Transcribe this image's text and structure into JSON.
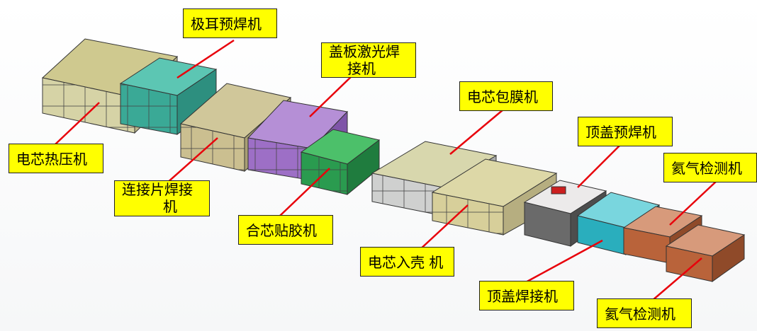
{
  "labels": {
    "hot_press": "电芯热压机",
    "tab_prewelder": "极耳预焊机",
    "connector_welder_l1": "连接片焊接",
    "connector_welder_l2": "机",
    "cover_laser_welder_l1": "盖板激光焊",
    "cover_laser_welder_l2": "接机",
    "core_taping": "合芯贴胶机",
    "cell_wrapping": "电芯包膜机",
    "cell_casing": "电芯入壳 机",
    "top_cover_prewelder": "顶盖预焊机",
    "top_cover_welder": "顶盖焊接机",
    "helium_tester_top": "氦气检测机",
    "helium_tester_bottom": "氦气检测机"
  },
  "colors": {
    "label_bg": "#ffff00",
    "leader_line": "#e8000b",
    "khaki": "#c9c48c",
    "teal": "#3fb5a5",
    "violet": "#a978c9",
    "green": "#2ea85a",
    "rust": "#b8643a",
    "cyan": "#35b5c6",
    "gray": "#b7b9bc"
  }
}
